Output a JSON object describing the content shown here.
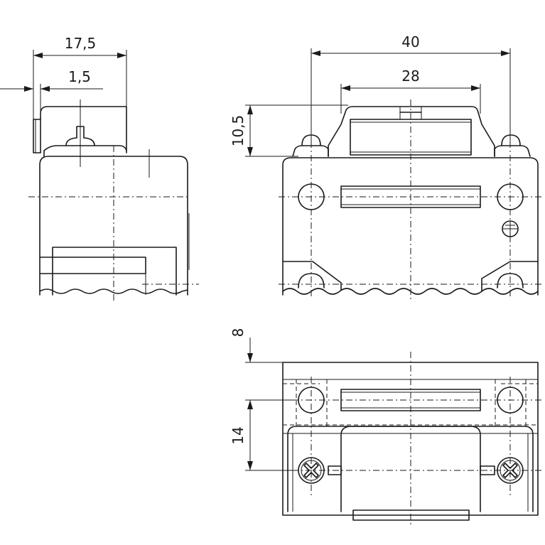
{
  "dimensions": {
    "side_overall_depth": "17,5",
    "side_pin_offset": "1,5",
    "front_overall_width": "40",
    "front_inner_width": "28",
    "front_height": "10,5",
    "bottom_top_offset": "8",
    "bottom_screw_offset": "14"
  },
  "colors": {
    "line": "#1a1a1a",
    "background": "#ffffff"
  }
}
